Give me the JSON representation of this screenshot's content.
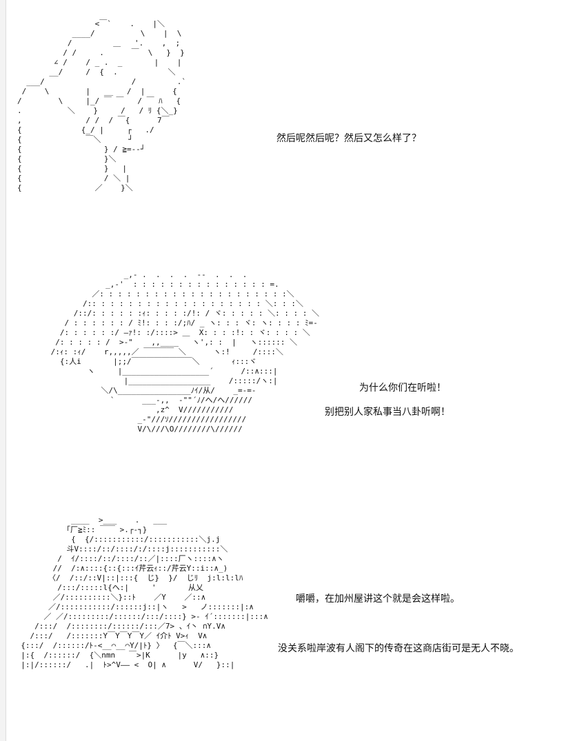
{
  "panels": [
    {
      "art": "                 <￣`    .    |＼\n            ____/          \\    |  \\\n           /         ＿   '.    ,  ;\n          / /     .      ￣  \\   }  }\n        ∠ /    / _ .  _       |    |\n       __/     /  {  .           ＼\n  ___/                   /         .`\n /    \\        |   __   /  |      {\n/        \\     |_/ ￣ ￣   / ￣ ﾊ   {\n.          ＼    }     /   / ﾘ {＼_}\n,              / /  / ￣{      7￣\n{             {_/ |     ┌   ./\n{              ￣＼      ┘\n{                  } / ≧=--┘\n{                  }＼\n{                  }   |\n{                  / ＼ |\n{                ／    }＼",
      "lines": [
        "然后呢然后呢？然后又怎么样了？"
      ]
    },
    {
      "art": "                 _,- .  .  .  .  --  .  .  . \n             _,-'  : : : : : : : : : : : : : : : =. \n          ／: : : : : : : : : : : : : : : : : : : : :＼\n        /:: : : : : : : : : : : : : : : : : : : ＼: : :＼\n      /::/: : : : : :ｨ: : : : :/!: / ヾ: : : : : ＼: : : : ＼\n    / : : : : : : / ﾐ!: : : :/;ﾊ/ _ ヽ: : : ヾ: ヽ: : : : ﾐ=-\n   /: : : : : :/ ―ｧ!: :/::::> ＿  X: : : :!: : ヾ: : : : ＼\n  /: : : : : /  >-\"    ,,____   ヽ',: :  |   ヽ:::::: ＼\n /:ｨ: :ｨ/    r,,,,,／ ￣￣￣￣ ＼      ヽ:!     /::::＼\n   {:人i       |;;/￣￣￣￣￣￣￣￣＼       ｨ:::ヾ\n         ヽ     |___________________´      /::∧:::|\n                 |__________________    /:::::/ヽ:|\n            ＼/\\________________ﾉｲ/从/    _=-=- \n              `      ___-,,  -\"\"´ﾉ/へ/へ//////\n                        ,z^  V///////////\n                    _-\"///ｿ/////////////////\n                    V/\\///\\O////////\\//////",
      "lines": [
        "为什么你们在听啦！",
        "别把别人家私事当八卦听啊！"
      ]
    },
    {
      "art": "             ____  >___    .   ___\n            ｢厂≧ﾐ:: ￣￣ >.┌‐┐}\n             {  {/:::::::::::/:::::::::::＼j.j\n            斗V::::/::/::::/:/::::j:::::::::::＼\n          /  ｲ/::::/::/::::/::／|::::厂ヽ::::∧ヽ\n         //  /:∧::::{::{:::ｲ芹云ｨ::/芹云Y::i::∧_)\n        〈/  /::/::V|::|:::{  じ}  }/  じﾘ  j:l:l:lﾊ\n          /:::/:::::l{ヘ:|     '       从乂\n         ／/::::::::::＼}::ﾄ    ／Y    ／::∧\n        ／/:::::::::::/::::::j::|ヽ   >   ノ:::::::|:∧\n       ／ ／/:::::::::/::::::/:::/::::} >- ｲ´:::::::|:::∧\n     /:::/  /::::::::/::::::/:::／7> 、ｲ丶 ∩Y.V∧\n    /:::/   /:::::::Y￣Y￣Y￣Y／ ｲ介ﾄ V>ｨ  V∧\n  {:::/  /::::::/ﾄ‐<__⌒__⌒Y/|ﾄ} 〉  {￣＼:::∧\n  |:{  /::::::/  {＼nmn   ￣>|K      |y   ∧::}\n  |:|/::::::/   .|  ﾄ>^V―― <  O| ∧      V/   }::|",
      "lines": [
        "嚼嚼，在加州屋讲这个就是会这样啦。",
        "没关系啦岸波有人阁下的传奇在这商店街可是无人不晓。"
      ]
    }
  ]
}
